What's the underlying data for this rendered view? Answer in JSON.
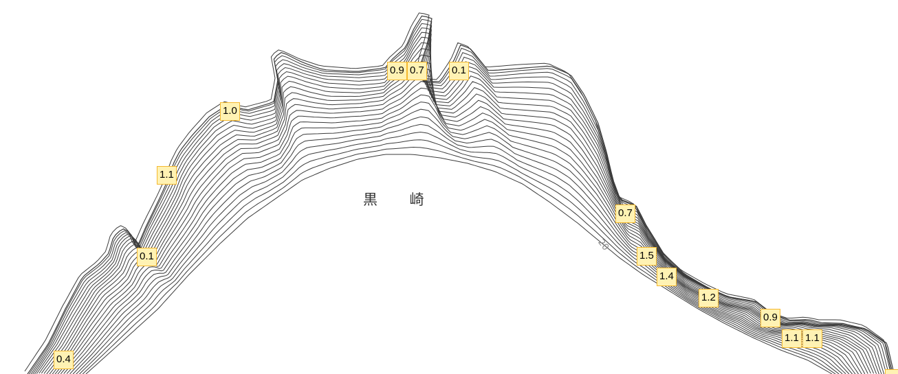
{
  "map": {
    "place_name": "黒 崎",
    "contour_label": "20",
    "badge_border_color": "#f5b82e",
    "badge_fill_color": "#fff2b3",
    "contour_color": "#3a3a3a"
  },
  "depth_markers": [
    {
      "value": "0.9"
    },
    {
      "value": "0.7"
    },
    {
      "value": "0.1"
    },
    {
      "value": "1.0"
    },
    {
      "value": "1.1"
    },
    {
      "value": "0.1"
    },
    {
      "value": "0.4"
    },
    {
      "value": "0.7"
    },
    {
      "value": "1.5"
    },
    {
      "value": "1.4"
    },
    {
      "value": "1.2"
    },
    {
      "value": "0.9"
    },
    {
      "value": "1.1"
    },
    {
      "value": "1.1"
    }
  ]
}
